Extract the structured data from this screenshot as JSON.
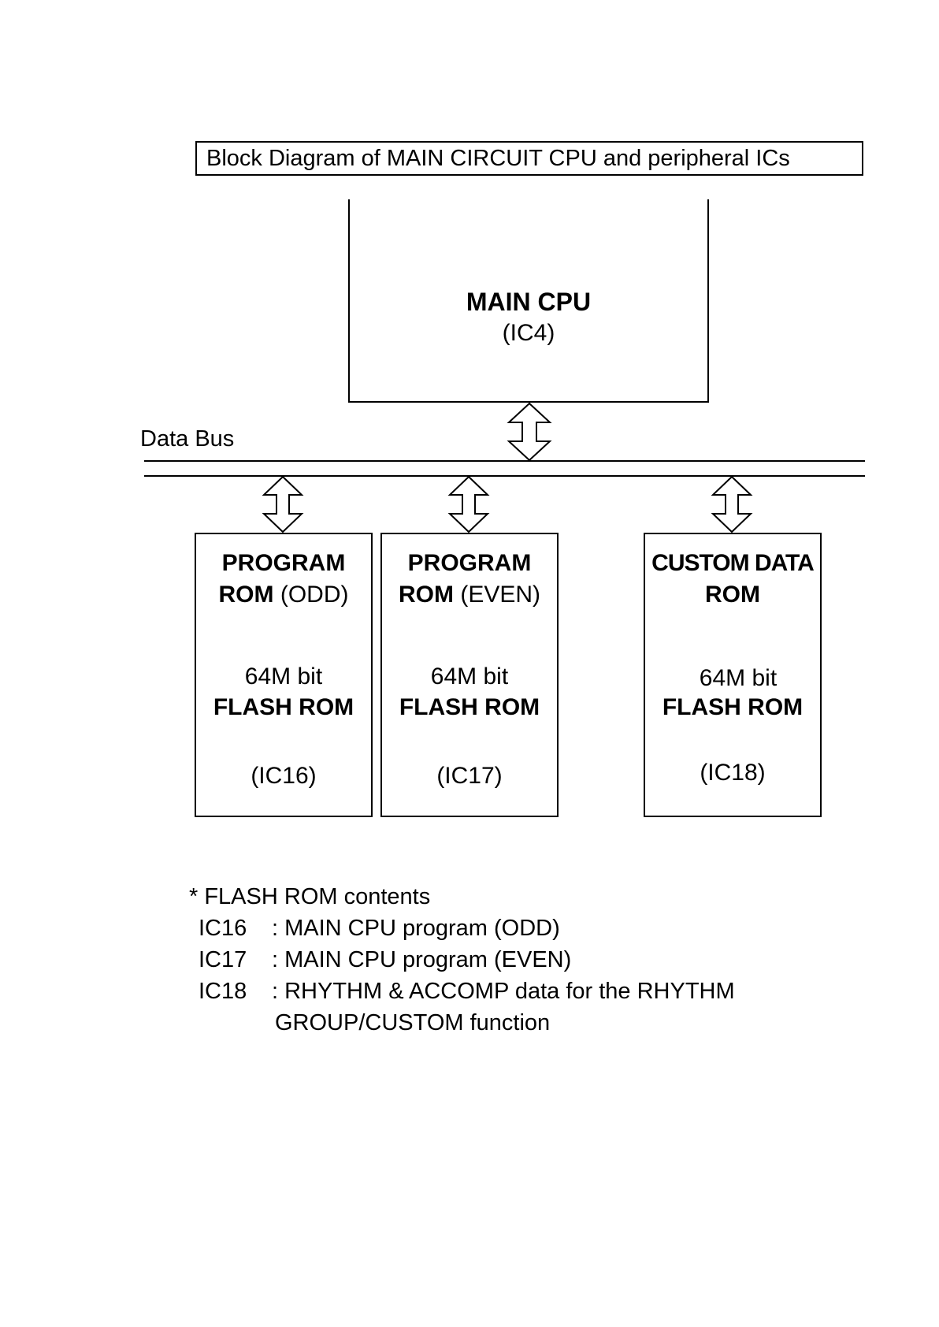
{
  "title": "Block Diagram of MAIN CIRCUIT CPU and peripheral ICs",
  "cpu": {
    "name": "MAIN CPU",
    "ic": "(IC4)"
  },
  "bus": {
    "label": "Data Bus"
  },
  "roms": [
    {
      "line1": "PROGRAM",
      "line2_bold": "ROM",
      "line2_normal": "(ODD)",
      "size": "64M bit",
      "type": "FLASH ROM",
      "ic": "(IC16)"
    },
    {
      "line1": "PROGRAM",
      "line2_bold": "ROM",
      "line2_normal": "(EVEN)",
      "size": "64M bit",
      "type": "FLASH ROM",
      "ic": "(IC17)"
    },
    {
      "line1": "CUSTOM DATA",
      "line2_bold": "ROM",
      "line2_normal": "",
      "size": "64M bit",
      "type": "FLASH ROM",
      "ic": "(IC18)"
    }
  ],
  "notes": {
    "heading": "* FLASH ROM contents",
    "items": [
      {
        "id": "IC16",
        "text": ": MAIN CPU program (ODD)"
      },
      {
        "id": "IC17",
        "text": ": MAIN CPU program (EVEN)"
      },
      {
        "id": "IC18",
        "text": ": RHYTHM & ACCOMP data for the RHYTHM"
      }
    ],
    "continuation": "GROUP/CUSTOM function"
  }
}
